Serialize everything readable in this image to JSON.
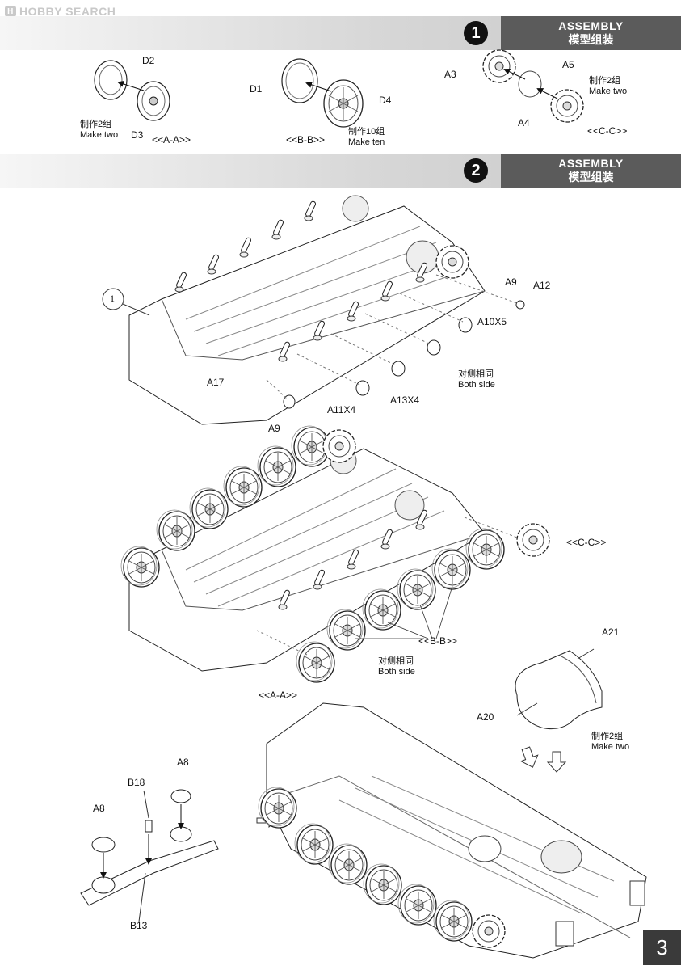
{
  "header": {
    "brand": "HOBBY SEARCH",
    "brand_logo": "H"
  },
  "step1": {
    "number": "1",
    "title_en": "ASSEMBLY",
    "title_cn": "模型组装",
    "labels": {
      "d2": "D2",
      "d3": "D3",
      "d1": "D1",
      "d4": "D4",
      "a3": "A3",
      "a4": "A4",
      "a5": "A5",
      "sub_a": "<<A-A>>",
      "sub_b": "<<B-B>>",
      "sub_c": "<<C-C>>"
    },
    "notes": {
      "make_two_a_cn": "制作2组",
      "make_two_a_en": "Make two",
      "make_ten_cn": "制作10组",
      "make_ten_en": "Make ten",
      "make_two_c_cn": "制作2组",
      "make_two_c_en": "Make two"
    }
  },
  "step2": {
    "number": "2",
    "title_en": "ASSEMBLY",
    "title_cn": "模型组装",
    "ref_circle": "1",
    "labels": {
      "a9_top": "A9",
      "a12": "A12",
      "a10x5": "A10X5",
      "a17": "A17",
      "a11x4": "A11X4",
      "a13x4": "A13X4",
      "a9_bottom": "A9",
      "sub_c": "<<C-C>>",
      "sub_b": "<<B-B>>",
      "sub_a": "<<A-A>>",
      "a21": "A21",
      "a20": "A20",
      "a8_top": "A8",
      "b18": "B18",
      "a8_left": "A8",
      "b13": "B13"
    },
    "notes": {
      "both_side_1_cn": "对侧相同",
      "both_side_1_en": "Both side",
      "both_side_2_cn": "对侧相同",
      "both_side_2_en": "Both side",
      "make_two_cn": "制作2组",
      "make_two_en": "Make two"
    }
  },
  "page_number": "3"
}
